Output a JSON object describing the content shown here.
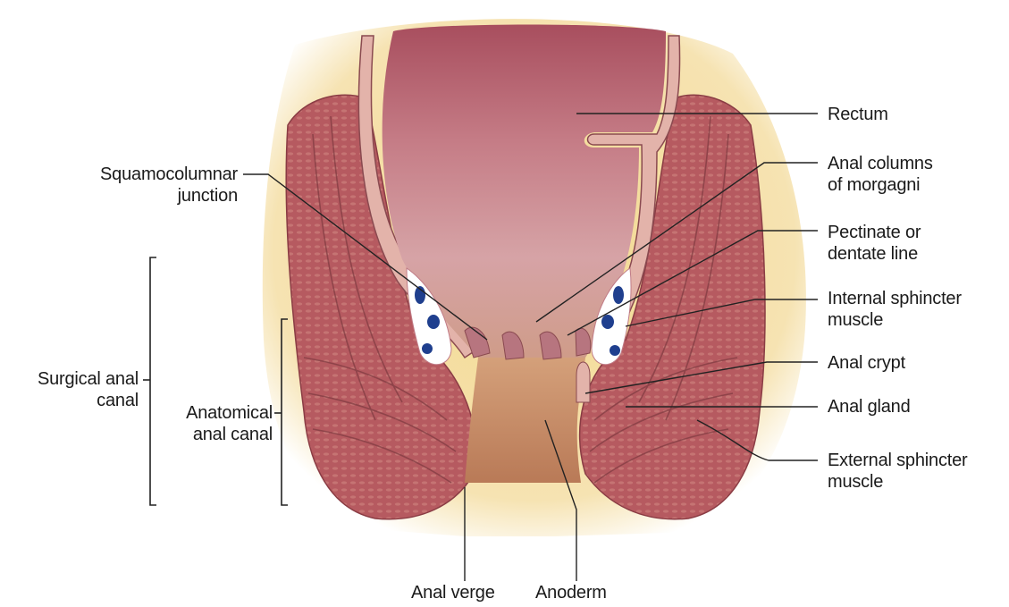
{
  "labels": {
    "rectum": "Rectum",
    "anal_columns": [
      "Anal columns",
      "of morgagni"
    ],
    "pectinate": [
      "Pectinate or",
      "dentate line"
    ],
    "internal_sphincter": [
      "Internal sphincter",
      "muscle"
    ],
    "anal_crypt": "Anal crypt",
    "anal_gland": "Anal gland",
    "external_sphincter": [
      "External sphincter",
      "muscle"
    ],
    "squamocolumnar": [
      "Squamocolumnar",
      "junction"
    ],
    "surgical_canal": [
      "Surgical anal",
      "canal"
    ],
    "anatomical_canal": [
      "Anatomical",
      "anal canal"
    ],
    "anal_verge": "Anal verge",
    "anoderm": "Anoderm"
  },
  "colors": {
    "fat": "#f1d489",
    "muscle": "#b4525a",
    "lumen": "#c98a93",
    "anoderm": "#cf9a6e",
    "vein": "#1f3f8e",
    "line": "#222222"
  }
}
